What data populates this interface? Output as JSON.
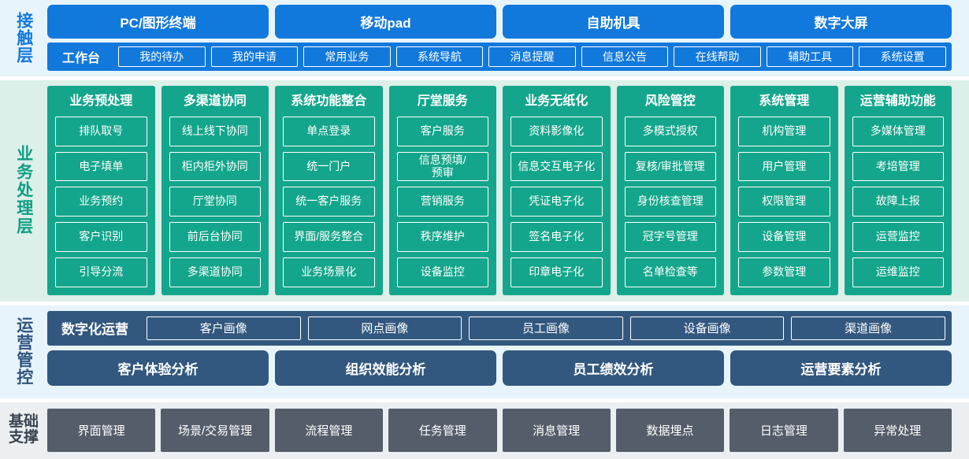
{
  "colors": {
    "contact_blue": "#1279dc",
    "contact_bg": "#e8f4fb",
    "business_teal": "#14a68c",
    "business_bg": "#dcefe9",
    "ops_slate": "#33587f",
    "ops_bg": "#e8f4fb",
    "base_gray": "#555d6b",
    "base_bg": "#eceff1"
  },
  "layers": {
    "contact": {
      "label": "接触层",
      "channels": [
        "PC/图形终端",
        "移动pad",
        "自助机具",
        "数字大屏"
      ],
      "workbench_title": "工作台",
      "workbench_items": [
        "我的待办",
        "我的申请",
        "常用业务",
        "系统导航",
        "消息提醒",
        "信息公告",
        "在线帮助",
        "辅助工具",
        "系统设置"
      ]
    },
    "business": {
      "label": "业务处理层",
      "columns": [
        {
          "title": "业务预处理",
          "items": [
            "排队取号",
            "电子填单",
            "业务预约",
            "客户识别",
            "引导分流"
          ]
        },
        {
          "title": "多渠道协同",
          "items": [
            "线上线下协同",
            "柜内柜外协同",
            "厅堂协同",
            "前后台协同",
            "多渠道协同"
          ]
        },
        {
          "title": "系统功能整合",
          "items": [
            "单点登录",
            "统一门户",
            "统一客户服务",
            "界面/服务整合",
            "业务场景化"
          ]
        },
        {
          "title": "厅堂服务",
          "items": [
            "客户服务",
            "信息预填/\n预审",
            "营销服务",
            "秩序维护",
            "设备监控"
          ]
        },
        {
          "title": "业务无纸化",
          "items": [
            "资料影像化",
            "信息交互电子化",
            "凭证电子化",
            "签名电子化",
            "印章电子化"
          ]
        },
        {
          "title": "风险管控",
          "items": [
            "多模式授权",
            "复核/审批管理",
            "身份核查管理",
            "冠字号管理",
            "名单检查等"
          ]
        },
        {
          "title": "系统管理",
          "items": [
            "机构管理",
            "用户管理",
            "权限管理",
            "设备管理",
            "参数管理"
          ]
        },
        {
          "title": "运营辅助功能",
          "items": [
            "多媒体管理",
            "考培管理",
            "故障上报",
            "运营监控",
            "运维监控"
          ]
        }
      ]
    },
    "operations": {
      "label": "运营管控",
      "digital_title": "数字化运营",
      "portraits": [
        "客户画像",
        "网点画像",
        "员工画像",
        "设备画像",
        "渠道画像"
      ],
      "analyses": [
        "客户体验分析",
        "组织效能分析",
        "员工绩效分析",
        "运营要素分析"
      ]
    },
    "foundation": {
      "label": "基础\n支撑",
      "items": [
        "界面管理",
        "场景/交易管理",
        "流程管理",
        "任务管理",
        "消息管理",
        "数据埋点",
        "日志管理",
        "异常处理"
      ]
    }
  }
}
